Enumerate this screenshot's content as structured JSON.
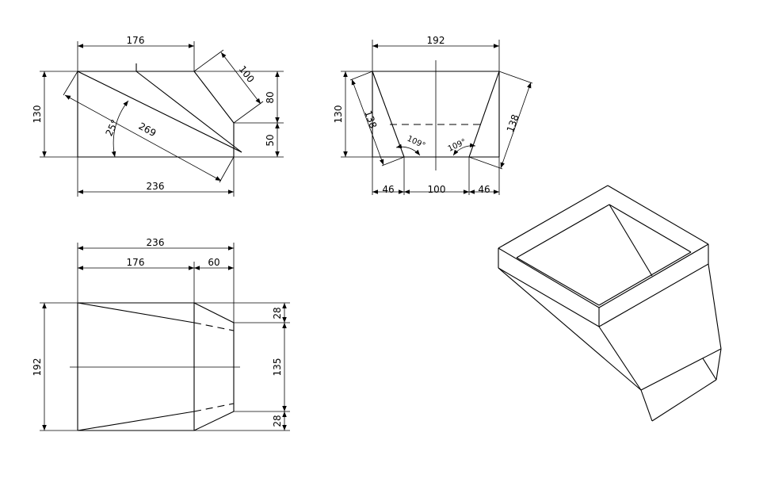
{
  "front_view": {
    "top_width": "176",
    "slant_length": "100",
    "height_total": "130",
    "right_upper": "80",
    "right_lower": "50",
    "angle": "25°",
    "diagonal": "269",
    "bottom_width": "236"
  },
  "side_view": {
    "top_width": "192",
    "height": "130",
    "left_slant": "138",
    "right_slant": "138",
    "left_angle": "109°",
    "right_angle": "109°",
    "bottom_left": "46",
    "bottom_mid": "100",
    "bottom_right": "46"
  },
  "top_view": {
    "overall_width": "236",
    "left_width": "176",
    "right_width": "60",
    "height": "192",
    "right_top": "28",
    "right_mid": "135",
    "right_bottom": "28"
  },
  "colors": {
    "line": "#000000",
    "background": "#ffffff"
  }
}
